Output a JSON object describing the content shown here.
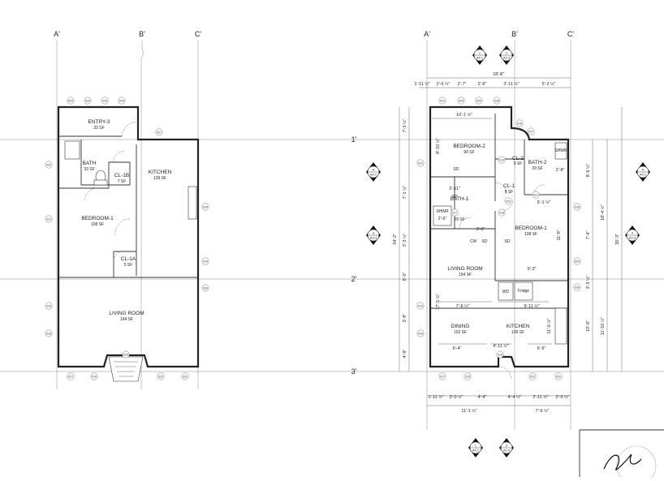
{
  "grids": {
    "left_columns": [
      "A'",
      "B'",
      "C'"
    ],
    "right_columns": [
      "A'",
      "B'",
      "C'"
    ],
    "right_rows": [
      "1'",
      "2'",
      "3'"
    ]
  },
  "left_plan": {
    "rooms": [
      {
        "name": "ENTRY-3",
        "area": "33 SF"
      },
      {
        "name": "BATH",
        "area": "33 SF"
      },
      {
        "name": "CL-1B",
        "area": "7 SF"
      },
      {
        "name": "KITCHEN",
        "area": "139 SF"
      },
      {
        "name": "BEDROOM-1",
        "area": "108 SF"
      },
      {
        "name": "CL-1A",
        "area": "5 SF"
      },
      {
        "name": "LIVING ROOM",
        "area": "194 SF"
      }
    ],
    "tags": [
      "023",
      "024",
      "025",
      "026",
      "027",
      "022",
      "021",
      "028",
      "029",
      "030",
      "019",
      "018",
      "017",
      "016",
      "015",
      "032",
      "031"
    ]
  },
  "right_plan": {
    "rooms": [
      {
        "name": "BEDROOM-2",
        "area": "90 SF"
      },
      {
        "name": "CL-2",
        "area": "9 SF"
      },
      {
        "name": "BATH-2",
        "area": "29 SF"
      },
      {
        "name": "CL-1",
        "area": "8 SF"
      },
      {
        "name": "BATH-1",
        "area": "29 SF"
      },
      {
        "name": "BEDROOM-1",
        "area": "108 SF"
      },
      {
        "name": "LIVING ROOM",
        "area": "194 SF"
      },
      {
        "name": "DINING",
        "area": "152 SF"
      },
      {
        "name": "KITCHEN",
        "area": "139 SF"
      }
    ],
    "fixtures": [
      "Fridge",
      "WD",
      "SHWR",
      "SHWR",
      "CM",
      "SD",
      "SD",
      "SD",
      "SD"
    ],
    "tags": [
      "023",
      "024",
      "025",
      "026",
      "027",
      "016",
      "022",
      "019",
      "020",
      "021",
      "017",
      "018",
      "028",
      "029",
      "030",
      "019",
      "018",
      "017",
      "016",
      "015",
      "032",
      "031"
    ],
    "top_dims": {
      "overall": "18'-8\"",
      "row2": [
        "2'-6 ½\"",
        "2'-7\"",
        "2'-6\"",
        "3'-11 ½\"",
        "5'-2 ½\""
      ],
      "row2_small": "1'-11 ½\"",
      "inner": "10'-1 ½\""
    },
    "left_dims": {
      "overall": "34'-2\"",
      "parts": [
        "7'-3 ½\"",
        "7'-1 ½\"",
        "3'-3 ½\"",
        "8'-0\"",
        "3'-8\"",
        "4'-9\""
      ]
    },
    "right_dims": {
      "overall": "30'-3\"",
      "mid": "18'-4 ½\"",
      "mid2": "11'-10 ½\"",
      "parts": [
        "8'-6 ½\"",
        "7'-4\"",
        "3'-5 ½\"",
        "10'-9\""
      ]
    },
    "interior_dims": [
      "8'-10 ½\"",
      "5'-1 ½\"",
      "3'-0\"",
      "11'-8\"",
      "9'-3\"",
      "17'-5 ½\"",
      "7'-8 ½\"",
      "9'-11 ½\"",
      "11'-0 ½\"",
      "6'-4\"",
      "4'-11 ½\"",
      "6'-5\"",
      "2'-6\"",
      "2'-8\"",
      "2'-11\""
    ],
    "bottom_dims": {
      "row1": [
        "1'-11 ½\"",
        "3'-0 ½\"",
        "4'-4\"",
        "4'-4 ½\"",
        "2'-11 ½\"",
        "2'-0 ½\""
      ],
      "row2": [
        "11'-1 ½\"",
        "7'-6 ½\""
      ]
    },
    "sections": [
      {
        "num": "1",
        "sheet": "A4.1"
      },
      {
        "num": "2",
        "sheet": "A3.3"
      },
      {
        "num": "A",
        "sheet": "A4.1"
      },
      {
        "num": "A",
        "sheet": "A4.1"
      },
      {
        "num": "3",
        "sheet": "A3.3"
      },
      {
        "num": "4",
        "sheet": "A3.3"
      },
      {
        "num": "1",
        "sheet": "A4.1"
      },
      {
        "num": "2",
        "sheet": "A3.4"
      }
    ]
  }
}
